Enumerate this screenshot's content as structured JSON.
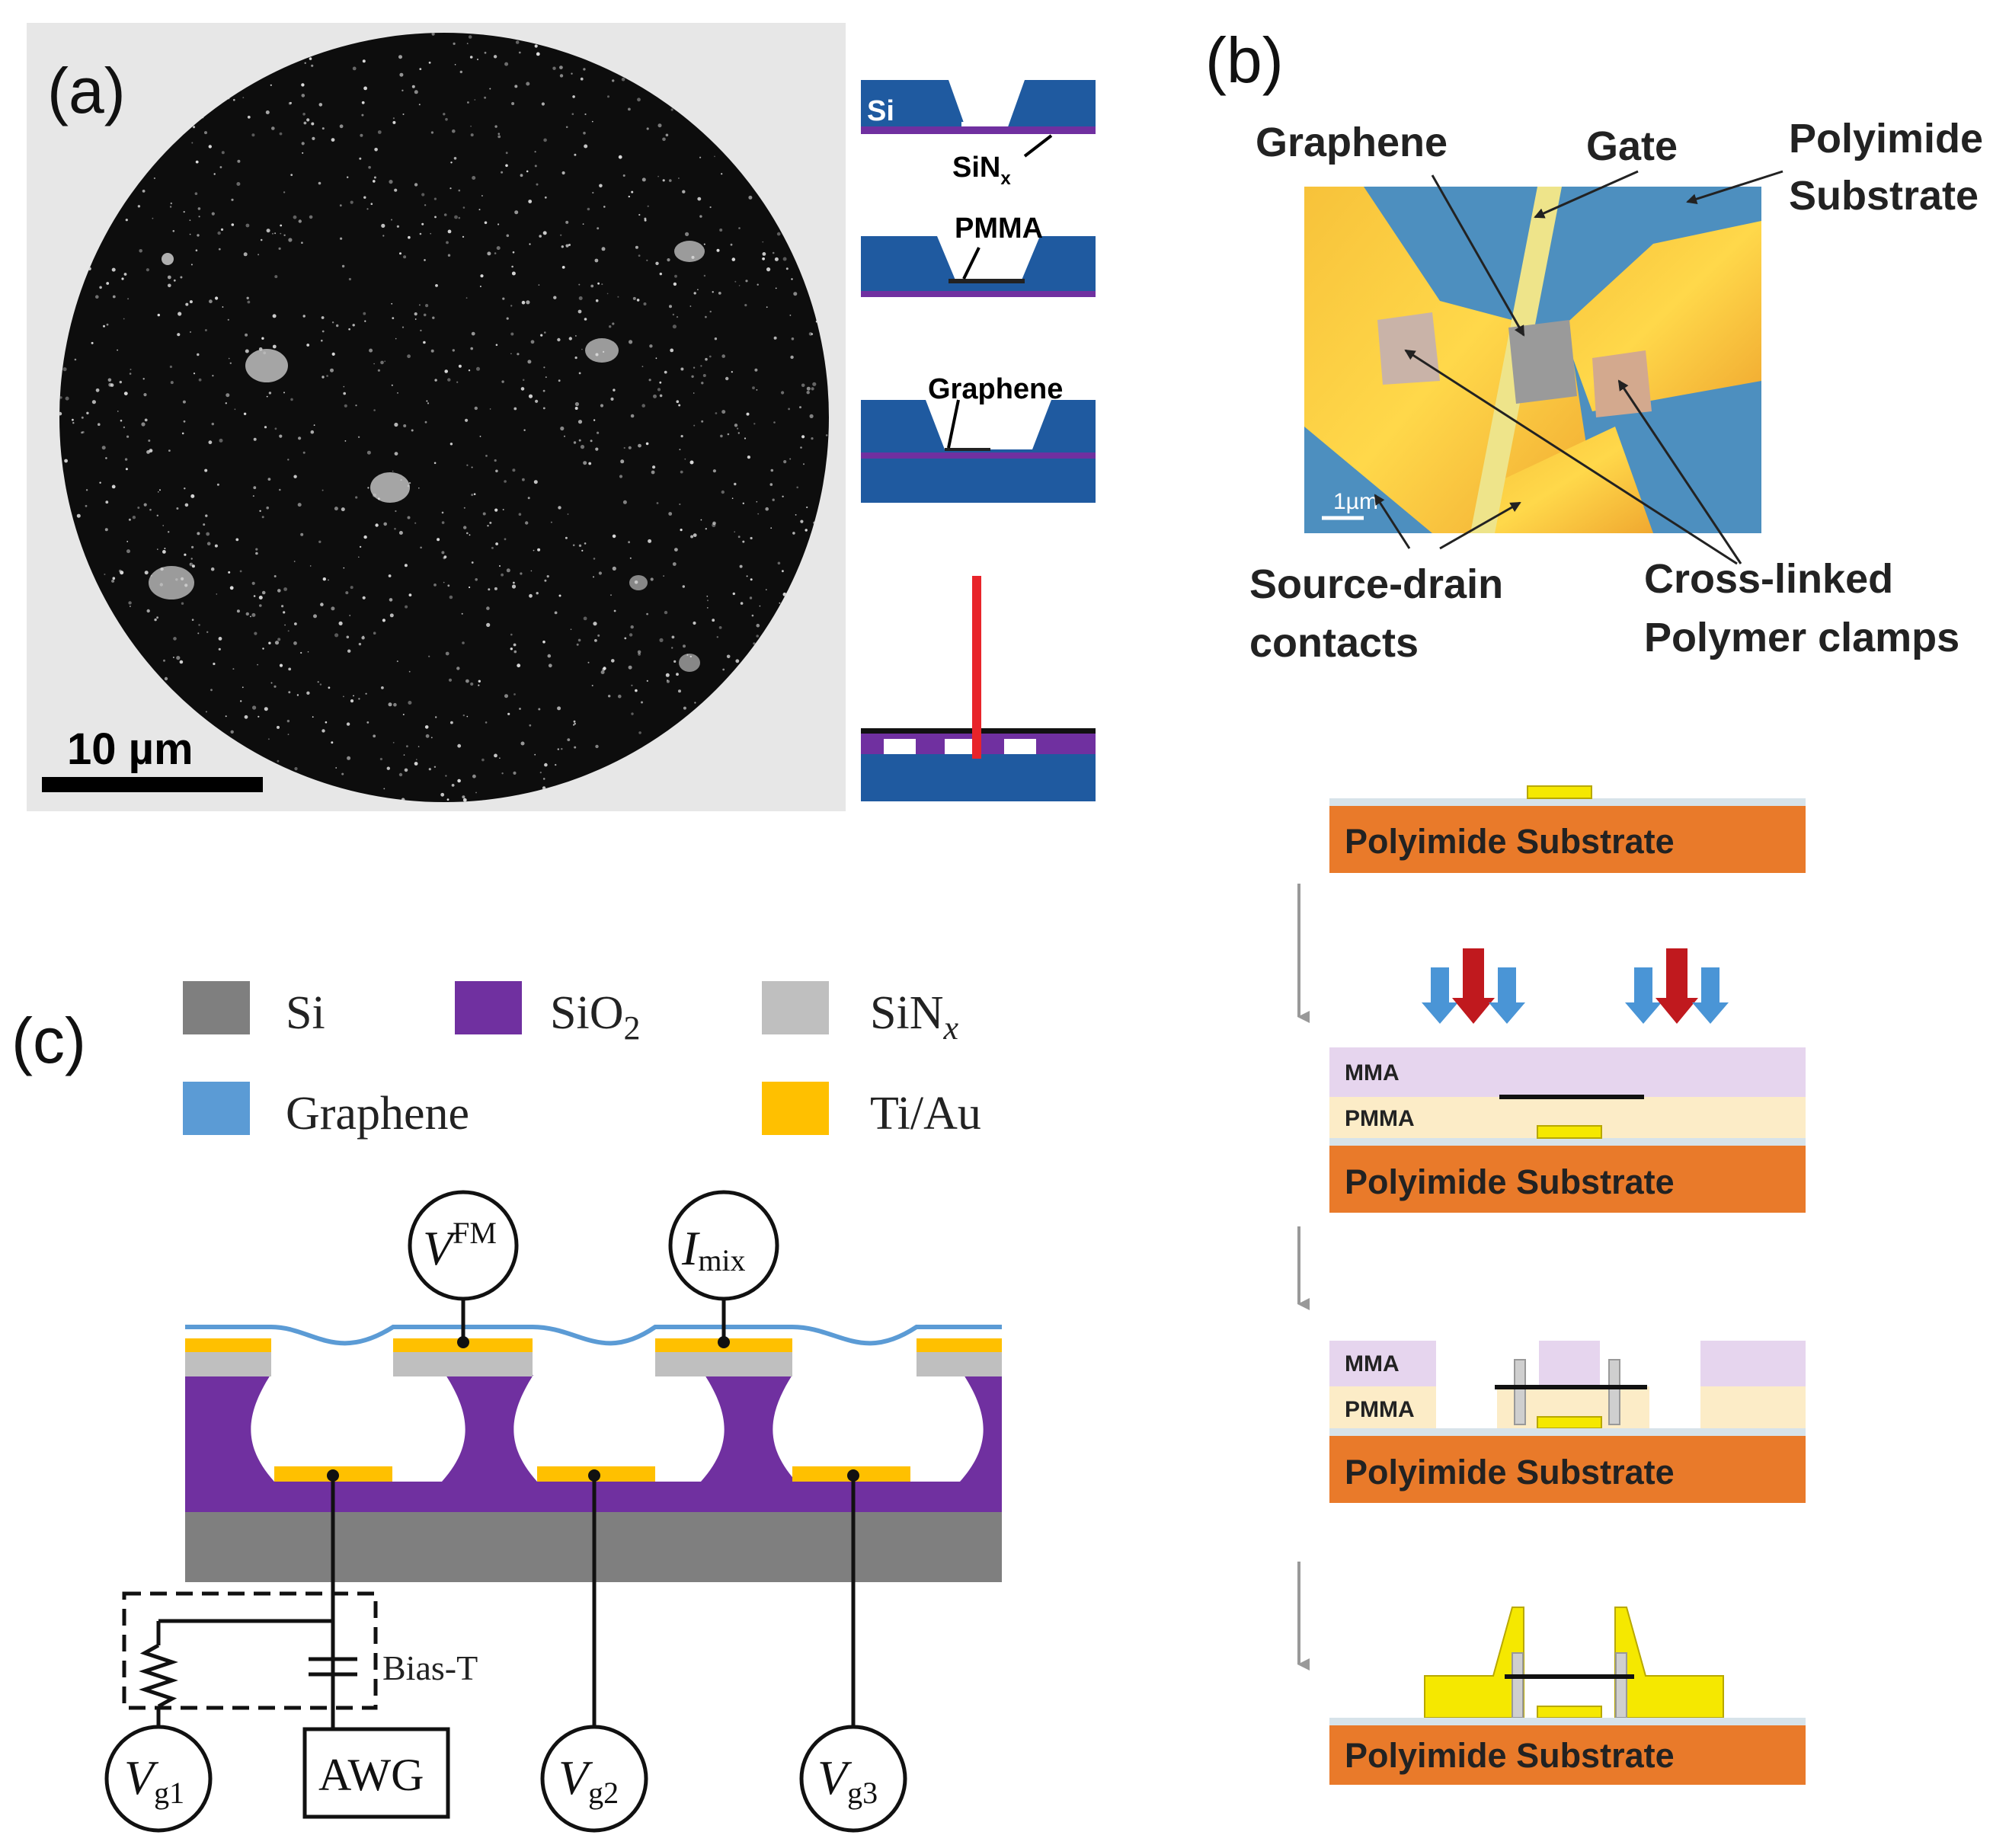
{
  "panel_a": {
    "tag": "(a)",
    "scale_bar": "10 µm",
    "steps": [
      {
        "labels": [
          "Si",
          "SiN",
          "x"
        ]
      },
      {
        "labels": [
          "PMMA"
        ]
      },
      {
        "labels": [
          "Graphene"
        ]
      },
      {
        "labels": []
      }
    ]
  },
  "panel_b": {
    "tag": "(b)",
    "labels": {
      "graphene": "Graphene",
      "gate": "Gate",
      "polyimide_1": "Polyimide",
      "polyimide_2": "Substrate",
      "source_drain_1": "Source-drain",
      "source_drain_2": "contacts",
      "crosslinked_1": "Cross-linked",
      "crosslinked_2": "Polymer clamps",
      "micro_scale": "1µm"
    },
    "process": {
      "substrate_label": "Polyimide Substrate",
      "mma_label": "MMA",
      "pmma_label": "PMMA"
    }
  },
  "panel_c": {
    "tag": "(c)",
    "legend": [
      {
        "label": "Si",
        "sub": "",
        "color": "#7f7f7f"
      },
      {
        "label": "SiO",
        "sub": "2",
        "color": "#7030a0"
      },
      {
        "label": "SiN",
        "sub": "x",
        "color": "#bfbfbf"
      },
      {
        "label": "Graphene",
        "sub": "",
        "color": "#5b9bd5"
      },
      {
        "label": "Ti/Au",
        "sub": "",
        "color": "#ffc000"
      }
    ],
    "meters": {
      "vfm_base": "V",
      "vfm_sup": "FM",
      "imix_base": "I",
      "imix_sub": "mix",
      "vg1_base": "V",
      "vg1_sub": "g1",
      "vg2_base": "V",
      "vg2_sub": "g2",
      "vg3_base": "V",
      "vg3_sub": "g3"
    },
    "awg": "AWG",
    "bias_t": "Bias-T"
  }
}
